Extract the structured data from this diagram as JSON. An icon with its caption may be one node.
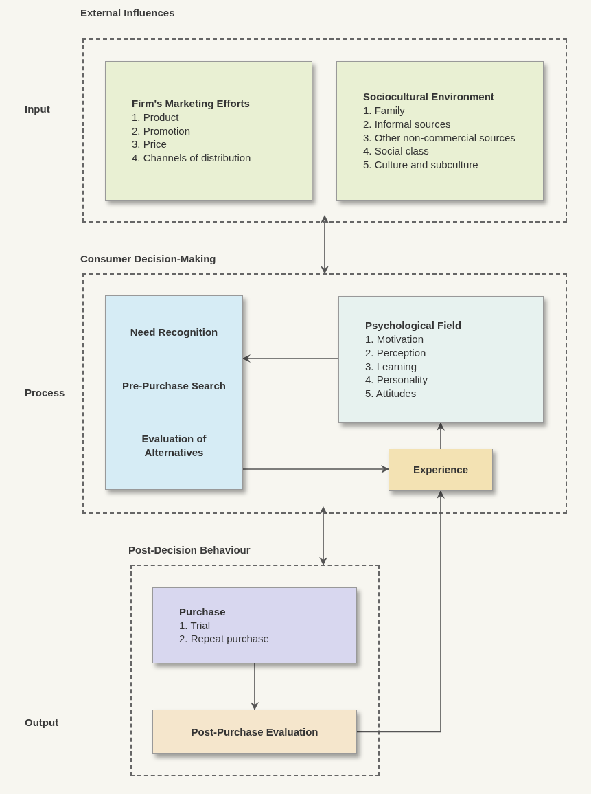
{
  "diagram": {
    "nodes": [
      {
        "text": [
          "External Influences"
        ]
      },
      {
        "text": [
          "Firm's Marketing Efforts",
          "1. Product",
          "2. Promotion",
          "3. Price",
          "4. Channels of distribution"
        ],
        "in": 0
      },
      {
        "text": [
          "Sociocultural Environment",
          "1. Family",
          "2. Informal sources",
          "3. Other non-commercial sources",
          "4. Social class",
          "5. Culture and subculture"
        ],
        "in": 0
      },
      {
        "text": [
          "Consumer Decision-Making"
        ]
      },
      {
        "text": [
          "Need Recognition",
          "Pre-Purchase Search",
          "Evaluation of Alternatives"
        ],
        "in": 3
      },
      {
        "text": [
          "Psychological Field",
          "1. Motivation",
          "2. Perception",
          "3. Learning",
          "4. Personality",
          "5. Attitudes"
        ],
        "in": 3
      },
      {
        "text": [
          "Experience"
        ],
        "in": 3
      },
      {
        "text": [
          "Post-Decision Behaviour"
        ]
      },
      {
        "text": [
          "Purchase",
          "1. Trial",
          "2. Repeat purchase"
        ],
        "in": 7
      },
      {
        "text": [
          "Post-Purchase Evaluation"
        ],
        "in": 7
      }
    ],
    "edges": [
      {
        "from": 0,
        "to": 3,
        "arrow": "both"
      },
      {
        "from": 5,
        "to": 4,
        "arrow": "to"
      },
      {
        "from": 4,
        "to": 6,
        "arrow": "to"
      },
      {
        "from": 6,
        "to": 5,
        "arrow": "to"
      },
      {
        "from": 3,
        "to": 7,
        "arrow": "both"
      },
      {
        "from": 8,
        "to": 9,
        "arrow": "to"
      },
      {
        "from": 9,
        "to": 6,
        "arrow": "to"
      }
    ],
    "labels": [
      "Input",
      "Process",
      "Output"
    ]
  }
}
